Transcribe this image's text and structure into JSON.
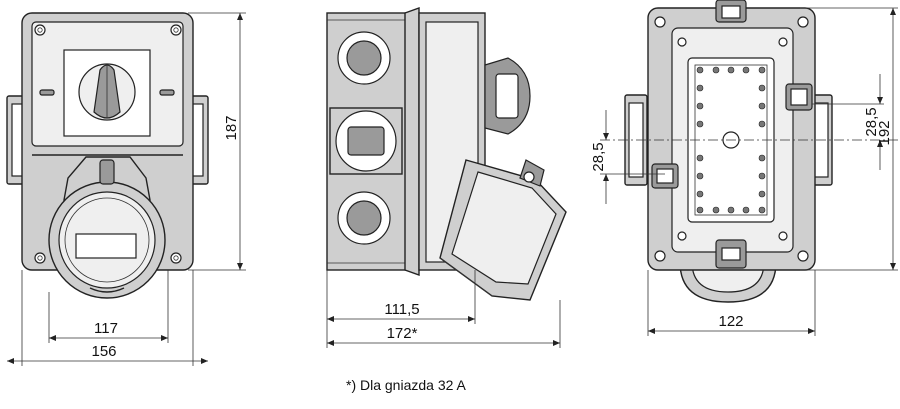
{
  "front_view": {
    "dim_height": "187",
    "dim_width_inner": "117",
    "dim_width_outer": "156"
  },
  "side_view": {
    "dim_depth": "111,5",
    "dim_depth_total": "172*"
  },
  "back_view": {
    "dim_offset_left": "28,5",
    "dim_offset_right": "28,5",
    "dim_height": "192",
    "dim_width": "122"
  },
  "footnote": "*) Dla gniazda 32 A"
}
